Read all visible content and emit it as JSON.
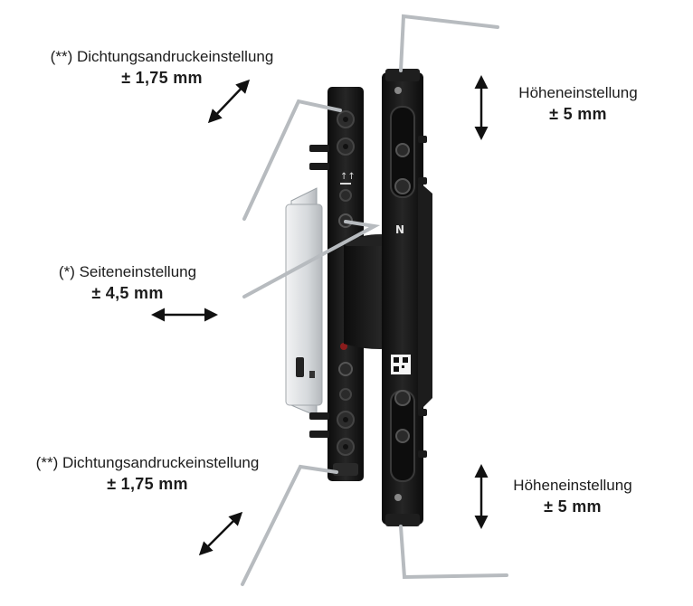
{
  "annotations": {
    "seal_top": {
      "title": "(**) Dichtungsandruckeinstellung",
      "value": "± 1,75 mm"
    },
    "height_top": {
      "title": "Höheneinstellung",
      "value": "± 5 mm"
    },
    "lateral": {
      "title": "(*) Seiteneinstellung",
      "value": "± 4,5 mm"
    },
    "seal_bottom": {
      "title": "(**) Dichtungsandruckeinstellung",
      "value": "± 1,75 mm"
    },
    "height_bottom": {
      "title": "Höheneinstellung",
      "value": "± 5 mm"
    }
  },
  "colors": {
    "hinge_body": "#161616",
    "hinge_highlight": "#3a3a3a",
    "plate_silver": "#d9dcdf",
    "wrench_silver": "#b9bdc1",
    "arrow": "#111111"
  }
}
